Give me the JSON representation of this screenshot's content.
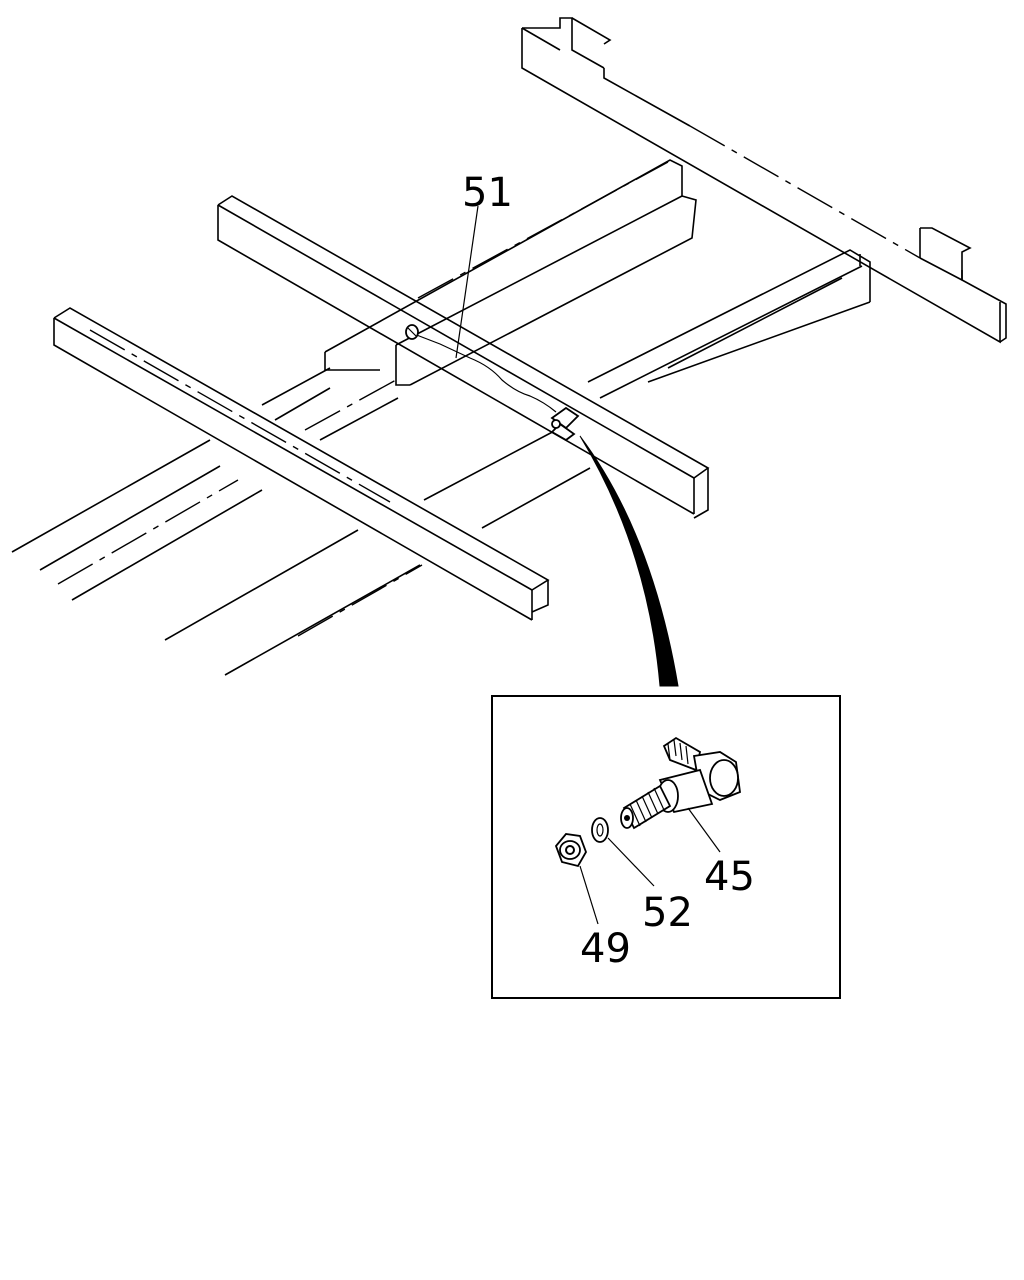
{
  "callouts": {
    "harness": "51",
    "fitting": "45",
    "washer": "52",
    "nut": "49"
  }
}
